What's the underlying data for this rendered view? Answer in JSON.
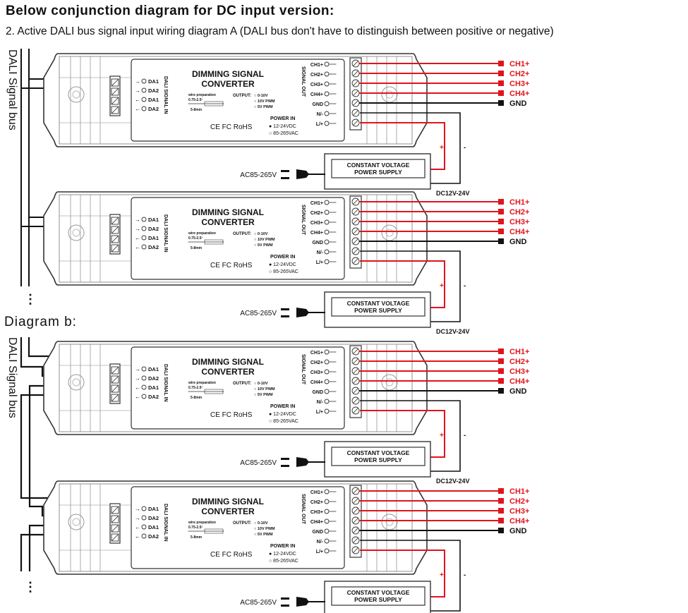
{
  "heading": "Below conjunction diagram for DC input version:",
  "subheading": "2. Active DALI bus signal input wiring diagram A (DALI bus don't have to distinguish between positive or negative)",
  "diagram_b_label": "Diagram  b:",
  "dali_bus_label": "DALI Signal bus",
  "ellipsis": "⋮",
  "converter": {
    "title_line1": "DIMMING SIGNAL",
    "title_line2": "CONVERTER",
    "input_terminals": [
      "DA1",
      "DA2",
      "DA1",
      "DA2"
    ],
    "input_side_label": "DALI SIGNAL  IN",
    "wire_prep_label": "wire preparation",
    "wire_prep_size": "0.75-2.5²",
    "wire_prep_length": "5-8mm",
    "output_label": "OUTPUT:",
    "output_modes": [
      "0-10V",
      "10V PWM",
      "5V PWM"
    ],
    "output_side_label": "SIGNAL OUT",
    "output_terminals": [
      "CH1+",
      "CH2+",
      "CH3+",
      "CH4+",
      "GND"
    ],
    "power_terminals": [
      "N/-",
      "L/+"
    ],
    "power_in_label": "POWER IN",
    "power_in_options": [
      "12-24VDC",
      "85-265VAC"
    ],
    "marks": "CE FC RoHS"
  },
  "outputs": [
    "CH1+",
    "CH2+",
    "CH3+",
    "CH4+",
    "GND"
  ],
  "power_supply": {
    "line1": "CONSTANT VOLTAGE",
    "line2": "POWER SUPPLY",
    "ac_label": "AC85-265V",
    "dc_label": "DC12V-24V",
    "plus": "+",
    "minus": "-"
  },
  "colors": {
    "signal_red": "#e0141c",
    "wire_black": "#111111",
    "outline": "#333333"
  }
}
